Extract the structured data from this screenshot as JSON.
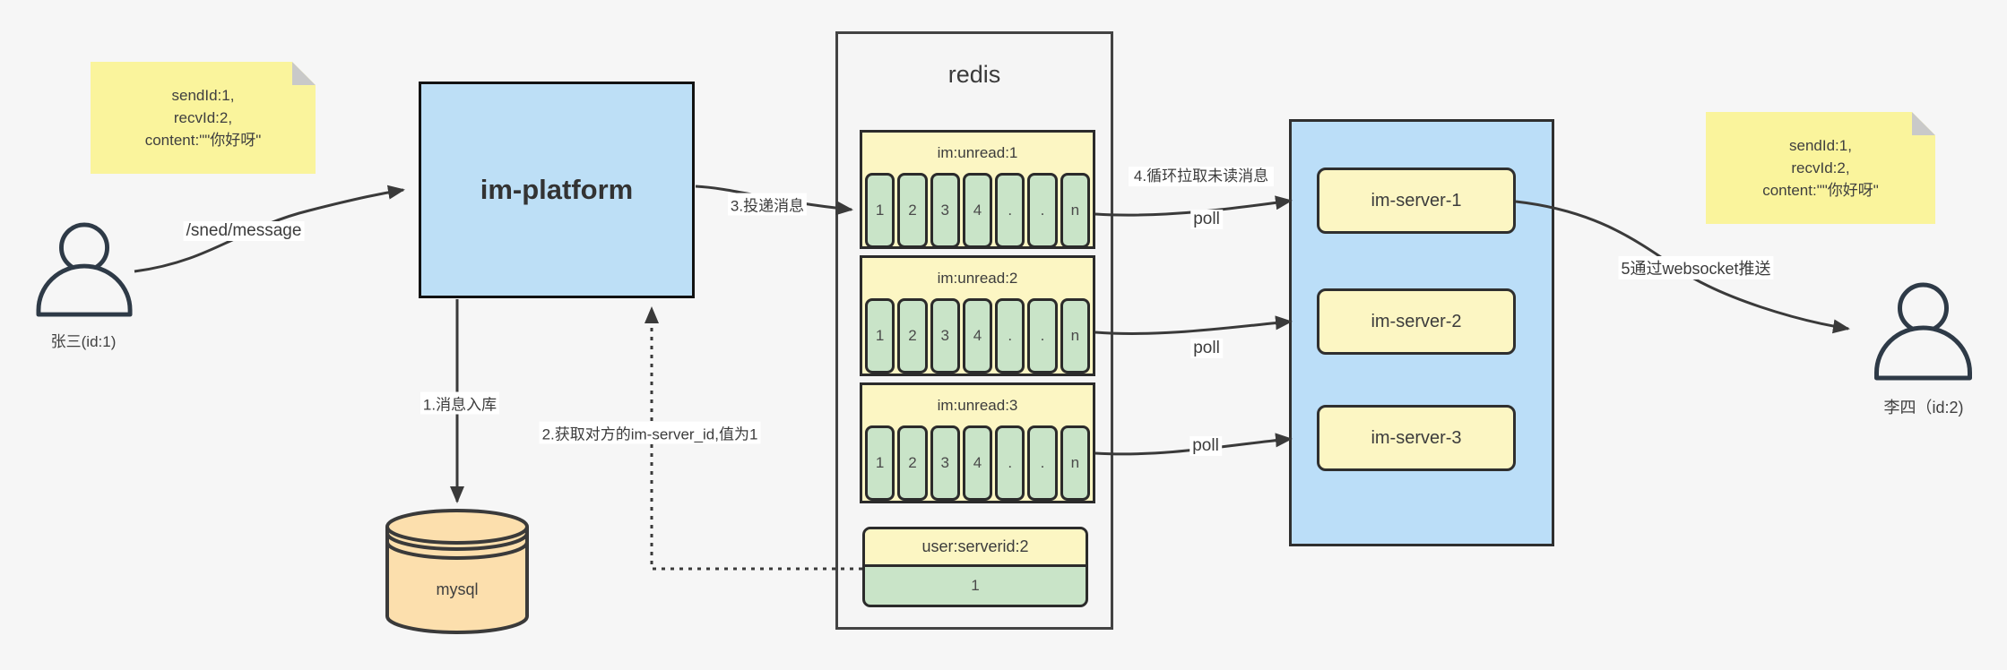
{
  "sticky_left": {
    "lines": [
      "sendId:1,",
      "recvId:2,",
      "content:\"\"你好呀\""
    ]
  },
  "sticky_right": {
    "lines": [
      "sendId:1,",
      "recvId:2,",
      "content:\"\"你好呀\""
    ]
  },
  "actors": {
    "sender": {
      "label": "张三(id:1)"
    },
    "receiver": {
      "label": "李四（id:2)"
    }
  },
  "platform": {
    "label": "im-platform"
  },
  "database": {
    "label": "mysql"
  },
  "redis": {
    "title": "redis",
    "queues": [
      {
        "header": "im:unread:1",
        "cells": [
          "1",
          "2",
          "3",
          "4",
          ".",
          ".",
          "n"
        ]
      },
      {
        "header": "im:unread:2",
        "cells": [
          "1",
          "2",
          "3",
          "4",
          ".",
          ".",
          "n"
        ]
      },
      {
        "header": "im:unread:3",
        "cells": [
          "1",
          "2",
          "3",
          "4",
          ".",
          ".",
          "n"
        ]
      }
    ],
    "server_map": {
      "header": "user:serverid:2",
      "value": "1"
    }
  },
  "server_panel": {
    "servers": [
      {
        "label": "im-server-1"
      },
      {
        "label": "im-server-2"
      },
      {
        "label": "im-server-3"
      }
    ]
  },
  "edges": {
    "send_api": "/sned/message",
    "step1": "1.消息入库",
    "step2": "2.获取对方的im-server_id,值为1",
    "step3": "3.投递消息",
    "step4": "4.循环拉取未读消息",
    "step5": "5通过websocket推送",
    "poll_labels": [
      "poll",
      "poll",
      "poll"
    ]
  },
  "colors": {
    "background": "#F6F6F6",
    "sticky_yellow": "#FAF49C",
    "platform_blue": "#BDDFF6",
    "server_panel_blue": "#BBDEF8",
    "queue_yellow": "#FCF6C3",
    "cell_green": "#C9E4C8",
    "mysql_orange": "#FCDFAD",
    "redis_gray": "#F5F5F5",
    "edge_stroke": "#3A3A3A"
  }
}
